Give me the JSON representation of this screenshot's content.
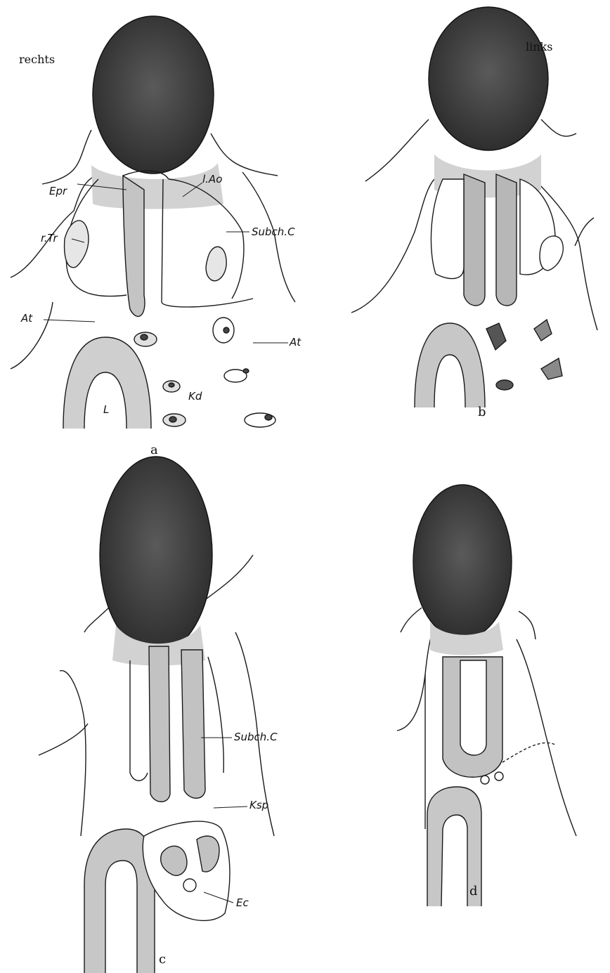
{
  "orientation": {
    "right": "rechts",
    "left": "links"
  },
  "panels": [
    {
      "id": "a",
      "letter": "a",
      "labels": [
        "l.Ao",
        "Epr",
        "r.Tr",
        "Subch.C",
        "At",
        "At",
        "L",
        "Kd"
      ]
    },
    {
      "id": "b",
      "letter": "b"
    },
    {
      "id": "c",
      "letter": "c",
      "labels": [
        "Subch.C",
        "Ksp",
        "Ec"
      ]
    },
    {
      "id": "d",
      "letter": "d"
    }
  ],
  "colors": {
    "ink": "#1a1a1a",
    "dark_mass": "#3a3a3a",
    "stipple": "#c9c9c9",
    "mid_gray": "#9a9a9a"
  }
}
